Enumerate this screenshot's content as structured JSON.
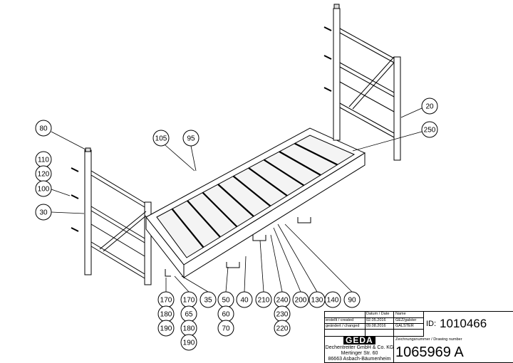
{
  "callouts": {
    "left": [
      "80",
      "110",
      "120",
      "100",
      "30"
    ],
    "center": [
      "105",
      "95"
    ],
    "right": [
      "20",
      "250"
    ],
    "bottom": [
      [
        "170",
        "180",
        "190"
      ],
      [
        "170",
        "65",
        "180",
        "190"
      ],
      [
        "35"
      ],
      [
        "50",
        "60",
        "70"
      ],
      [
        "40"
      ],
      [
        "210"
      ],
      [
        "240",
        "230",
        "220"
      ],
      [
        "200"
      ],
      [
        "130"
      ],
      [
        "140"
      ],
      [
        "90"
      ]
    ]
  },
  "title_block": {
    "date_header": "Datum / Date",
    "name_header": "Name",
    "created_label": "erstellt / created",
    "created_date": "02.05.2016",
    "created_name": "GEZ/galster",
    "changed_label": "geändert / changed",
    "changed_date": "09.08.2016",
    "changed_name": "GALSTER",
    "id_label": "ID:",
    "id_value": "1010466",
    "drawing_number_label": "Zeichnungsnummer / Drawing number",
    "drawing_number": "1065969 A",
    "logo": "GEDA",
    "company": "Dechentreiter GmbH & Co. KG",
    "street": "Mertinger Str. 60",
    "city": "86663 Asbach-Bäumenheim"
  }
}
